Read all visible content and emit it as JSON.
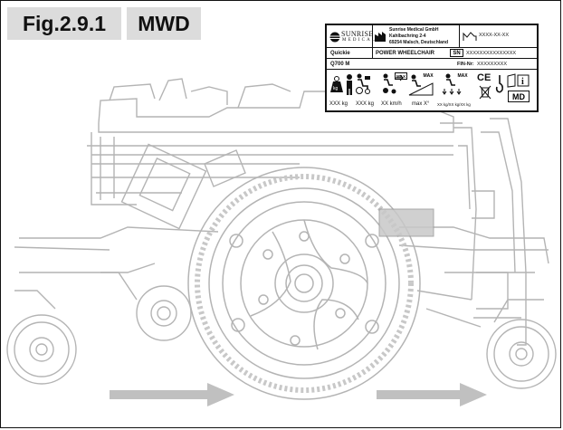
{
  "figure": {
    "number": "Fig.2.9.1",
    "variant": "MWD"
  },
  "label": {
    "brand": "SUNRISE",
    "brand_sub": "MEDICAL",
    "manufacturer_line1": "Sunrise Medical GmbH",
    "manufacturer_line2": "Kahlbachring 2-4",
    "manufacturer_line3": "69254 Malsch, Deutschland",
    "date_code": "XXXX-XX-XX",
    "product_brand": "Quickie",
    "product_type": "POWER WHEELCHAIR",
    "sn_label": "SN",
    "sn_value": "XXXXXXXXXXXXXXX",
    "model": "Q700 M",
    "fin_label": "FIN-Nr:",
    "fin_value": "XXXXXXXXX",
    "max_label_1": "MAX",
    "max_label_2": "MAX",
    "max_label_3": "MAX",
    "spec_weight": "XXX kg",
    "spec_load": "XXX kg",
    "spec_speed": "XX km/h",
    "spec_slope": "max X°",
    "spec_axle": "XX kg/XX kg/XX kg",
    "ce_mark": "CE",
    "md_mark": "MD"
  },
  "colors": {
    "tag_bg": "#dcdcdc",
    "drawing_line": "#b4b4b4",
    "arrow": "#c0c0c0",
    "highlight": "#c8c8c8"
  },
  "icons": [
    "factory-icon",
    "date-icon",
    "weight-icon",
    "person-icon",
    "speed-icon",
    "slope-icon",
    "axle-load-icon",
    "crossed-bin-icon",
    "hook-icon",
    "info-manual-icon"
  ]
}
